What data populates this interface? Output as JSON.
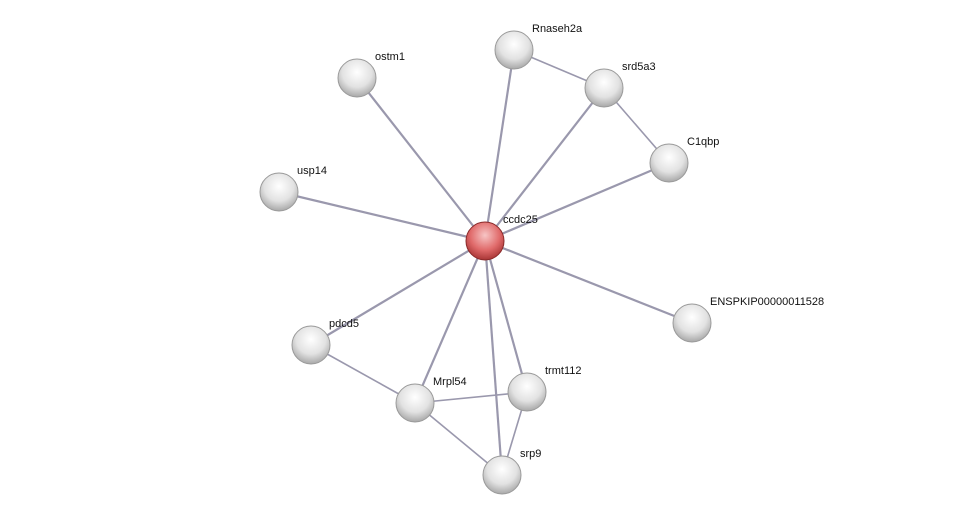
{
  "network": {
    "nodes": [
      {
        "id": "ccdc25",
        "label": "ccdc25",
        "query": true
      },
      {
        "id": "Rnaseh2a",
        "label": "Rnaseh2a"
      },
      {
        "id": "srd5a3",
        "label": "srd5a3"
      },
      {
        "id": "C1qbp",
        "label": "C1qbp"
      },
      {
        "id": "ostm1",
        "label": "ostm1"
      },
      {
        "id": "usp14",
        "label": "usp14"
      },
      {
        "id": "ENSPKIP00000011528",
        "label": "ENSPKIP00000011528"
      },
      {
        "id": "pdcd5",
        "label": "pdcd5"
      },
      {
        "id": "Mrpl54",
        "label": "Mrpl54"
      },
      {
        "id": "trmt112",
        "label": "trmt112"
      },
      {
        "id": "srp9",
        "label": "srp9"
      }
    ],
    "edges": [
      [
        "ccdc25",
        "Rnaseh2a"
      ],
      [
        "ccdc25",
        "srd5a3"
      ],
      [
        "ccdc25",
        "C1qbp"
      ],
      [
        "ccdc25",
        "ostm1"
      ],
      [
        "ccdc25",
        "usp14"
      ],
      [
        "ccdc25",
        "ENSPKIP00000011528"
      ],
      [
        "ccdc25",
        "pdcd5"
      ],
      [
        "ccdc25",
        "Mrpl54"
      ],
      [
        "ccdc25",
        "trmt112"
      ],
      [
        "ccdc25",
        "srp9"
      ],
      [
        "Rnaseh2a",
        "srd5a3"
      ],
      [
        "srd5a3",
        "C1qbp"
      ],
      [
        "pdcd5",
        "Mrpl54"
      ],
      [
        "Mrpl54",
        "trmt112"
      ],
      [
        "Mrpl54",
        "srp9"
      ],
      [
        "trmt112",
        "srp9"
      ]
    ],
    "colors": {
      "query_node": "#e06a6a",
      "node": "#e4e4e4",
      "edge": "#9a98ad"
    }
  }
}
